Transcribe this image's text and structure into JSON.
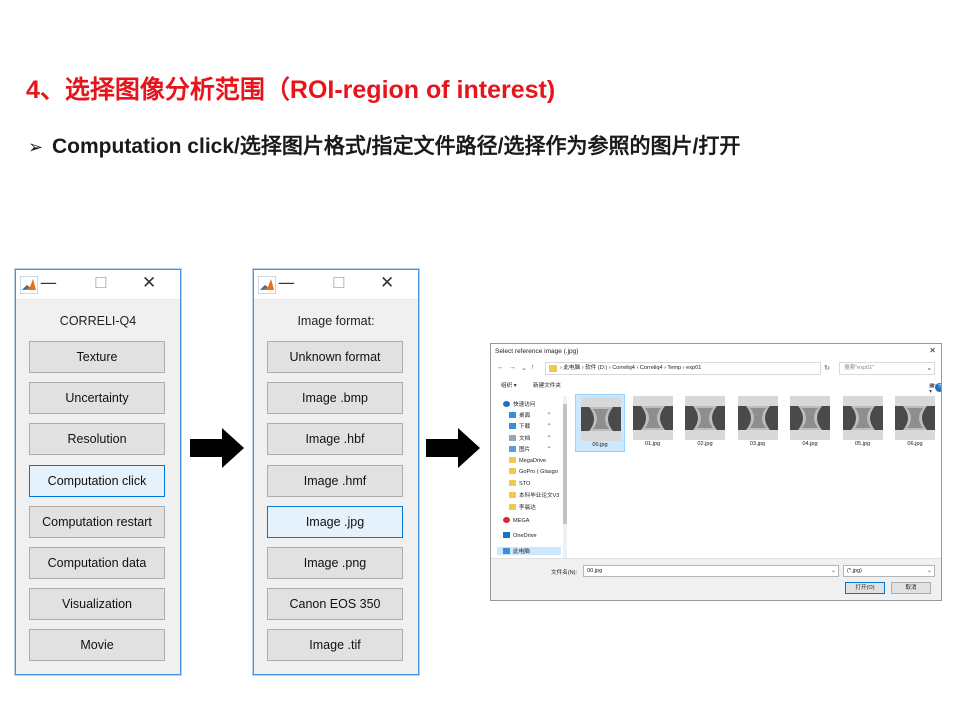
{
  "slide": {
    "title": "4、选择图像分析范围（ROI-region of interest)",
    "bullet_mark": "➢",
    "bullet_text": "Computation click/选择图片格式/指定文件路径/选择作为参照的图片/打开"
  },
  "window1": {
    "heading": "CORRELI-Q4",
    "buttons": [
      "Texture",
      "Uncertainty",
      "Resolution",
      "Computation click",
      "Computation restart",
      "Computation data",
      "Visualization",
      "Movie"
    ],
    "focused_index": 3
  },
  "window2": {
    "heading": "Image format:",
    "buttons": [
      "Unknown format",
      "Image .bmp",
      "Image .hbf",
      "Image .hmf",
      "Image .jpg",
      "Image .png",
      "Canon EOS 350",
      "Image .tif"
    ],
    "focused_index": 4
  },
  "dialog": {
    "title": "Select reference image (.jpg)",
    "address": "›  此电脑  ›  软件 (D:)  ›  Correliq4  ›  Correliq4  ›  Temp  ›  exp01",
    "search_placeholder": "搜索\"exp01\"",
    "organize": "组织 ▾",
    "new_folder": "新建文件夹",
    "sidebar": [
      "快速访问",
      "桌面",
      "下载",
      "文档",
      "图片",
      "MegaDrive",
      "GoPro ( Glasgo",
      "STO",
      "本科毕业论文V3",
      "李晨达",
      "MEGA",
      "OneDrive",
      "此电脑"
    ],
    "files": [
      "00.jpg",
      "01.jpg",
      "02.jpg",
      "03.jpg",
      "04.jpg",
      "05.jpg",
      "06.jpg"
    ],
    "selected_file": 0,
    "filename_label": "文件名(N):",
    "filename_value": "00.jpg",
    "filetype_value": "(*.jpg)",
    "open_label": "打开(O)",
    "cancel_label": "取消"
  },
  "colors": {
    "title_red": "#e8141b",
    "window_border": "#4a90e2",
    "focus_border": "#0078d7",
    "selection": "#cce8ff"
  }
}
